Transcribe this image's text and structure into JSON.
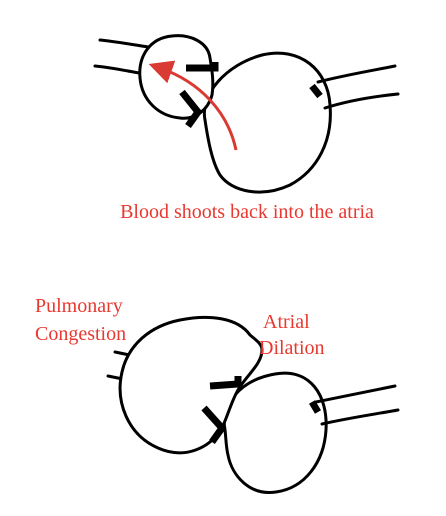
{
  "colors": {
    "label": "#e8382f",
    "arrow": "#d93a32",
    "outline": "#000000",
    "background": "#ffffff"
  },
  "top_panel": {
    "caption": "Blood shoots back into the atria"
  },
  "bottom_panel": {
    "label_left_line1": "Pulmonary",
    "label_left_line2": "Congestion",
    "label_right_line1": "Atrial",
    "label_right_line2": "Dilation"
  }
}
